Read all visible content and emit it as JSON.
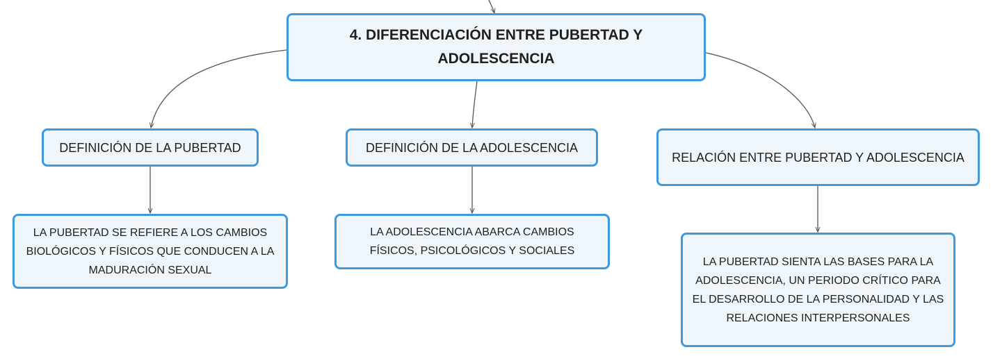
{
  "colors": {
    "node_border": "#3d9ae0",
    "node_fill": "#eef6fc",
    "connector": "#555555",
    "text": "#1f1f1f"
  },
  "root": {
    "title": "4. DIFERENCIACIÓN ENTRE PUBERTAD Y ADOLESCENCIA"
  },
  "topics": [
    {
      "label": "DEFINICIÓN DE LA PUBERTAD",
      "detail": "LA PUBERTAD SE REFIERE A LOS CAMBIOS BIOLÓGICOS Y FÍSICOS QUE CONDUCEN A LA MADURACIÓN SEXUAL"
    },
    {
      "label": "DEFINICIÓN DE LA ADOLESCENCIA",
      "detail": "LA ADOLESCENCIA ABARCA CAMBIOS FÍSICOS, PSICOLÓGICOS Y SOCIALES"
    },
    {
      "label": "RELACIÓN ENTRE PUBERTAD Y ADOLESCENCIA",
      "detail": "LA PUBERTAD SIENTA LAS BASES PARA LA ADOLESCENCIA, UN PERIODO CRÍTICO PARA EL DESARROLLO DE LA PERSONALIDAD Y LAS RELACIONES INTERPERSONALES"
    }
  ]
}
